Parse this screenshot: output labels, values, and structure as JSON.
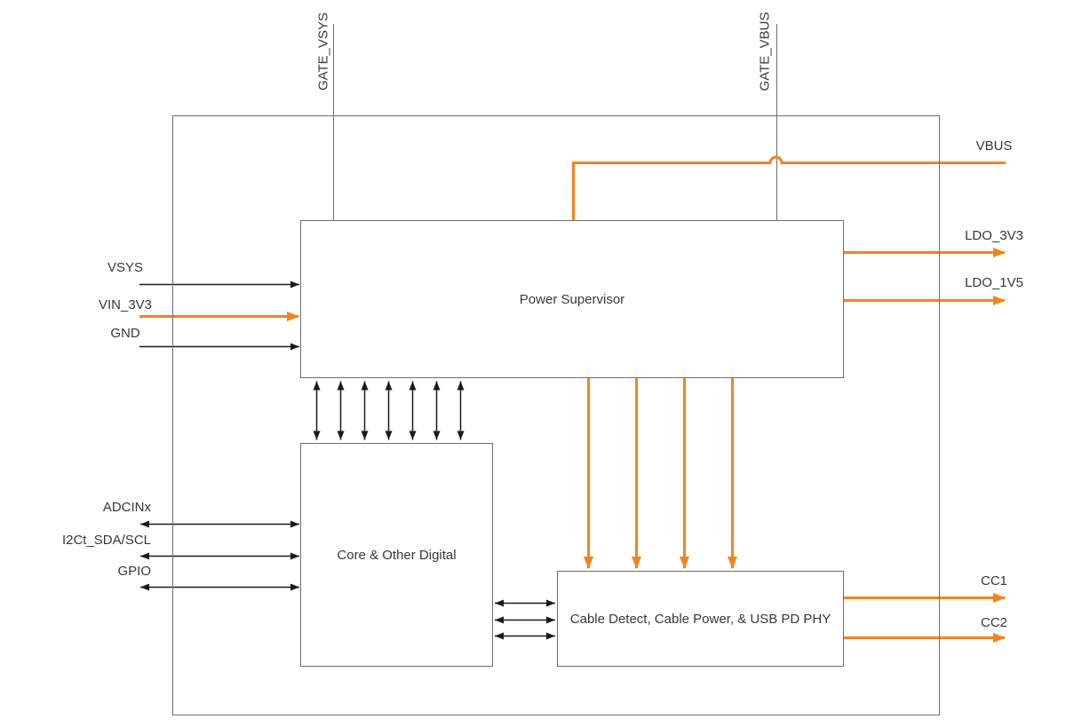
{
  "colors": {
    "orange": "#F6821F",
    "gray": "#6E6E6E",
    "black": "#1A1A1A",
    "text": "#383838",
    "bg": "#FFFFFF"
  },
  "top_pins": {
    "gate_vsys": "GATE_VSYS",
    "gate_vbus": "GATE_VBUS"
  },
  "left_pins": {
    "vsys": "VSYS",
    "vin_3v3": "VIN_3V3",
    "gnd": "GND",
    "adcinx": "ADCINx",
    "i2c": "I2Ct_SDA/SCL",
    "gpio": "GPIO"
  },
  "right_pins": {
    "vbus": "VBUS",
    "ldo_3v3": "LDO_3V3",
    "ldo_1v5": "LDO_1V5",
    "cc1": "CC1",
    "cc2": "CC2"
  },
  "blocks": {
    "power_supervisor": "Power Supervisor",
    "core_digital": "Core & Other Digital",
    "cable_detect": "Cable Detect, Cable Power, & USB PD PHY"
  },
  "buses": {
    "power_supervisor_to_core_bidirectional_arrows": 7,
    "power_supervisor_to_cable_detect_power_arrows": 4,
    "core_to_cable_detect_bidirectional_arrows": 3
  }
}
